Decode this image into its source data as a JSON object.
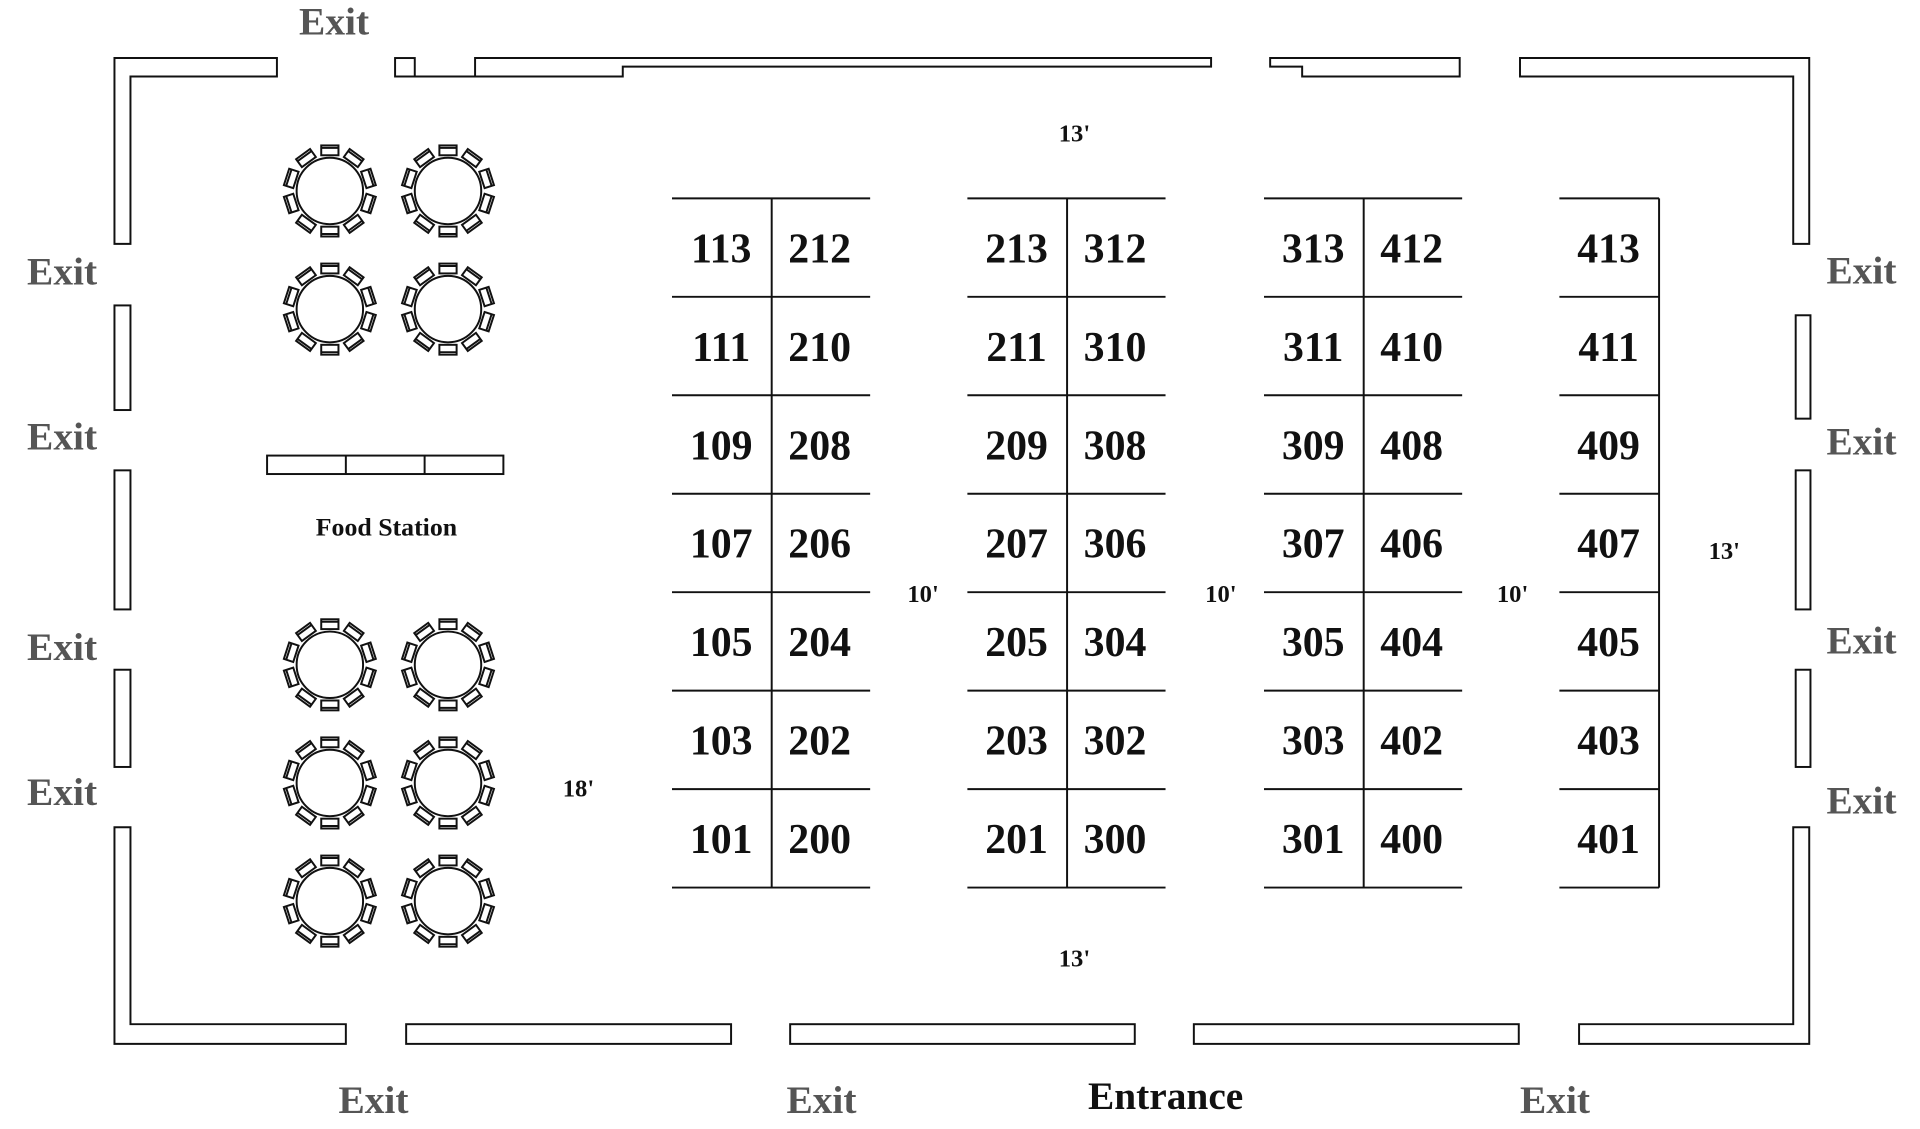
{
  "labels": {
    "exit": "Exit",
    "entrance": "Entrance",
    "food_station": "Food Station"
  },
  "dimensions": {
    "top": "13'",
    "bottom": "13'",
    "right": "13'",
    "left_aisle": "18'",
    "aisle_1": "10'",
    "aisle_2": "10'",
    "aisle_3": "10'"
  },
  "booth_columns": [
    [
      "113",
      "111",
      "109",
      "107",
      "105",
      "103",
      "101"
    ],
    [
      "212",
      "210",
      "208",
      "206",
      "204",
      "202",
      "200"
    ],
    [
      "213",
      "211",
      "209",
      "207",
      "205",
      "203",
      "201"
    ],
    [
      "312",
      "310",
      "308",
      "306",
      "304",
      "302",
      "300"
    ],
    [
      "313",
      "311",
      "309",
      "307",
      "305",
      "303",
      "301"
    ],
    [
      "412",
      "410",
      "408",
      "406",
      "404",
      "402",
      "400"
    ],
    [
      "413",
      "411",
      "409",
      "407",
      "405",
      "403",
      "401"
    ]
  ],
  "round_table_count": 10,
  "chairs_per_table": 10
}
